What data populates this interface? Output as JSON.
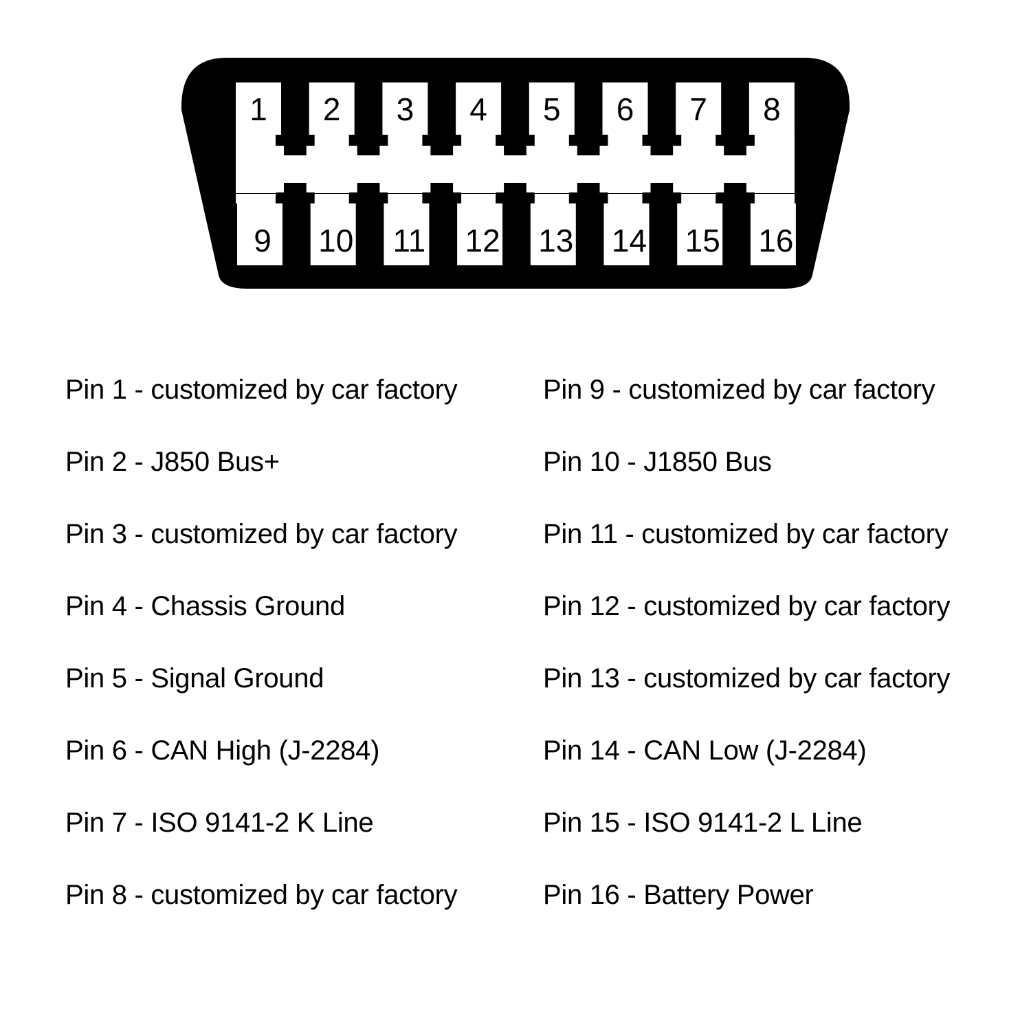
{
  "connector": {
    "top_pins": [
      "1",
      "2",
      "3",
      "4",
      "5",
      "6",
      "7",
      "8"
    ],
    "bottom_pins": [
      "9",
      "10",
      "11",
      "12",
      "13",
      "14",
      "15",
      "16"
    ]
  },
  "legend": {
    "left": [
      "Pin 1 - customized by car factory",
      "Pin 2 - J850 Bus+",
      "Pin 3 - customized by car factory",
      "Pin 4 - Chassis Ground",
      "Pin 5 - Signal Ground",
      "Pin 6 - CAN High (J-2284)",
      "Pin 7 - ISO 9141-2 K Line",
      "Pin 8 - customized by car factory"
    ],
    "right": [
      "Pin 9 - customized by car factory",
      "Pin 10 - J1850 Bus",
      "Pin 11 - customized by car factory",
      "Pin 12 - customized by car factory",
      "Pin 13 - customized by car factory",
      "Pin 14 - CAN Low (J-2284)",
      "Pin 15 - ISO 9141-2 L Line",
      "Pin 16 - Battery Power"
    ]
  },
  "colors": {
    "connector_fill": "#000000",
    "pin_fill": "#ffffff",
    "text": "#000000"
  }
}
